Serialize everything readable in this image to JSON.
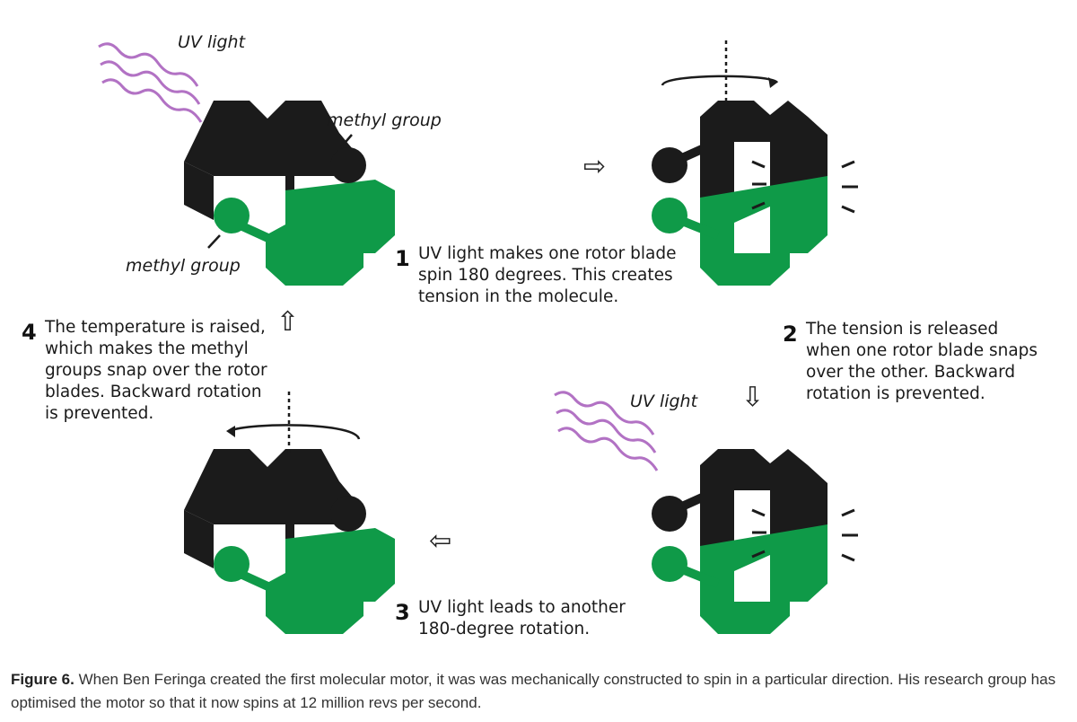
{
  "labels": {
    "uv_light": "UV light",
    "methyl_group": "methyl group"
  },
  "steps": [
    {
      "number": "1",
      "lines": [
        "UV light makes one rotor blade",
        "spin 180 degrees. This creates",
        "tension in the molecule."
      ]
    },
    {
      "number": "2",
      "lines": [
        "The tension is released",
        "when one rotor blade snaps",
        "over the other. Backward",
        "rotation is prevented."
      ]
    },
    {
      "number": "3",
      "lines": [
        "UV light leads to another",
        "180-degree rotation."
      ]
    },
    {
      "number": "4",
      "lines": [
        "The temperature is raised,",
        "which makes the methyl",
        "groups snap over the rotor",
        "blades. Backward rotation",
        "is prevented."
      ]
    }
  ],
  "arrows": {
    "right": "⇨",
    "down": "⇩",
    "left": "⇦",
    "up": "⇧"
  },
  "caption": {
    "label": "Figure 6.",
    "text": " When Ben Feringa created the first molecular motor, it was was mechanically constructed to spin in a particular direction. His research group has optimised the motor so that it now spins at 12 million revs per second."
  },
  "colors": {
    "dark_rotor": "#1b1b1b",
    "green_rotor": "#0f9a48",
    "uv_waves": "#b272c4",
    "text": "#1a1a1a"
  }
}
